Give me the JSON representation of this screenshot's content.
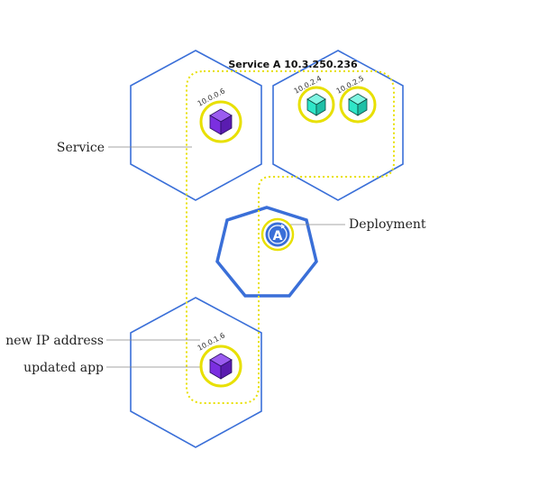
{
  "service": {
    "title": "Service A 10.3.250.236"
  },
  "labels": {
    "service": "Service",
    "deployment": "Deployment",
    "new_ip": "new IP address",
    "updated_app": "updated app"
  },
  "pods": [
    {
      "ip": "10.0.0.6",
      "color": "#7b2fe0"
    },
    {
      "ip": "10.0.2.4",
      "color": "#2ee6c8"
    },
    {
      "ip": "10.0.2.5",
      "color": "#2ee6c8"
    },
    {
      "ip": "10.0.1.6",
      "color": "#7b2fe0"
    }
  ],
  "deployment_icon": {
    "letter": "A",
    "color": "#3a6fd8"
  },
  "colors": {
    "node_stroke": "#3a6fd8",
    "service_yellow": "#e8e000",
    "old_app": "#7b2fe0",
    "other_app": "#2ee6c8"
  }
}
